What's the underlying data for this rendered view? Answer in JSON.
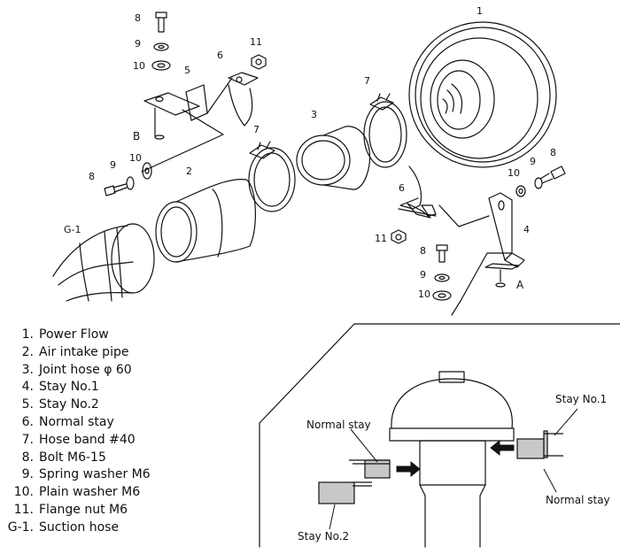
{
  "callouts": {
    "n1": "1",
    "n2": "2",
    "n3": "3",
    "n4": "4",
    "n5": "5",
    "n6a": "6",
    "n6b": "6",
    "n7a": "7",
    "n7b": "7",
    "n8a": "8",
    "n8b": "8",
    "n8c": "8",
    "n8d": "8",
    "n9a": "9",
    "n9b": "9",
    "n9c": "9",
    "n9d": "9",
    "n10a": "10",
    "n10b": "10",
    "n10c": "10",
    "n10d": "10",
    "n11a": "11",
    "n11b": "11",
    "g1": "G-1",
    "ptA": "A",
    "ptB": "B"
  },
  "parts_list": [
    {
      "num": "1.",
      "name": "Power Flow"
    },
    {
      "num": "2.",
      "name": "Air intake pipe"
    },
    {
      "num": "3.",
      "name": "Joint hose φ 60"
    },
    {
      "num": "4.",
      "name": "Stay No.1"
    },
    {
      "num": "5.",
      "name": "Stay No.2"
    },
    {
      "num": "6.",
      "name": "Normal stay"
    },
    {
      "num": "7.",
      "name": "Hose band #40"
    },
    {
      "num": "8.",
      "name": "Bolt M6-15"
    },
    {
      "num": "9.",
      "name": "Spring washer M6"
    },
    {
      "num": "10.",
      "name": "Plain washer M6"
    },
    {
      "num": "11.",
      "name": "Flange nut M6"
    },
    {
      "num": "G-1.",
      "name": "Suction hose"
    }
  ],
  "inset": {
    "normal_stay_left": "Normal stay",
    "normal_stay_right": "Normal stay",
    "stay_no1": "Stay No.1",
    "stay_no2": "Stay No.2",
    "stay_color": "#c8c8c8"
  }
}
